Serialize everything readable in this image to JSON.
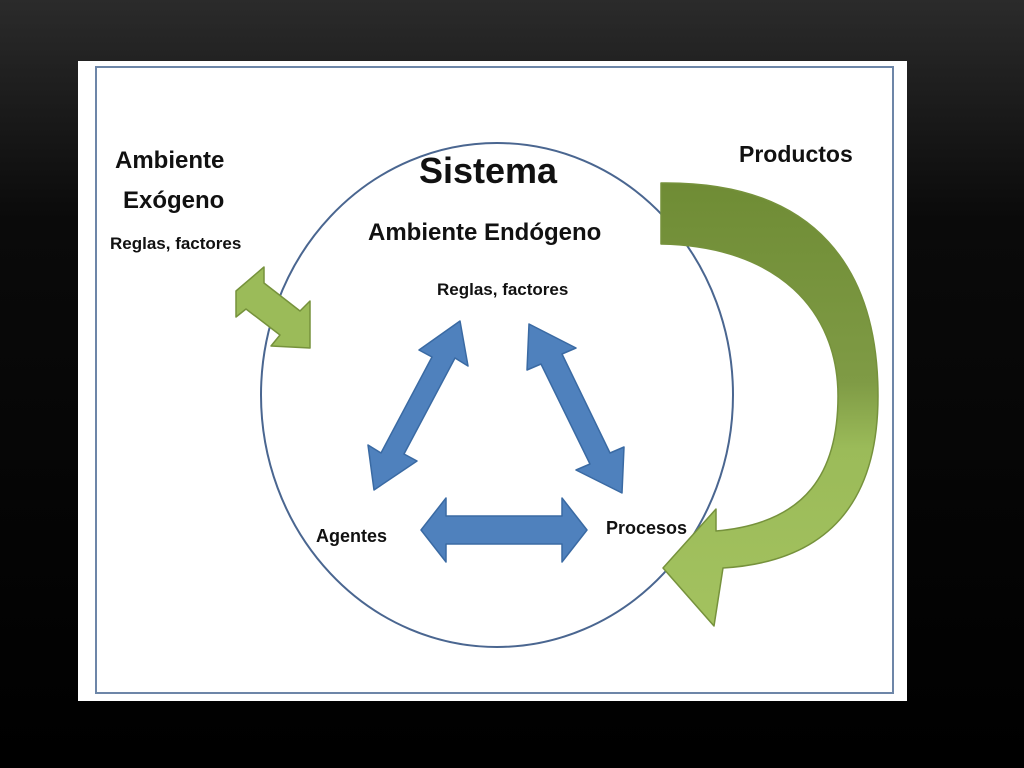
{
  "diagram": {
    "exogenous": {
      "title_line1": "Ambiente",
      "title_line2": "Exógeno",
      "subtitle": "Reglas, factores"
    },
    "system": {
      "title": "Sistema",
      "subtitle": "Ambiente Endógeno",
      "rules": "Reglas, factores"
    },
    "nodes": {
      "agents": "Agentes",
      "processes": "Procesos",
      "products": "Productos"
    },
    "colors": {
      "background": "#000000",
      "frame": "#6d86a8",
      "blue_arrow": "#4f81bd",
      "blue_arrow_border": "#3a6aa3",
      "green_arrow_light": "#9bbb59",
      "green_arrow_dark": "#76923c",
      "ellipse_stroke": "#4a6690"
    }
  }
}
